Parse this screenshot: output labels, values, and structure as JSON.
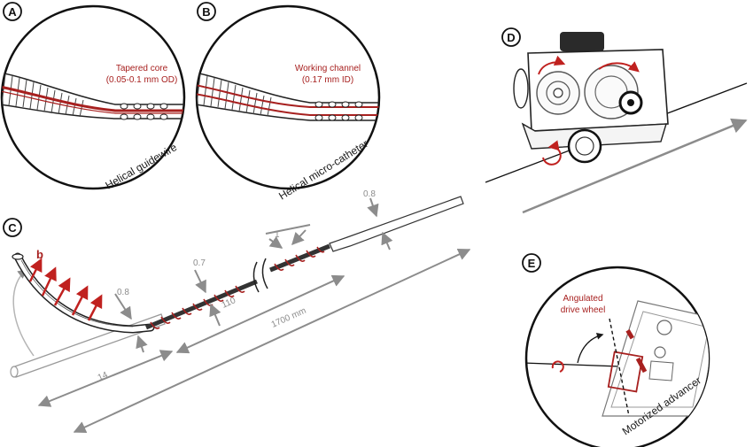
{
  "panels": {
    "a": {
      "letter": "A",
      "callout_line1": "Tapered core",
      "callout_line2": "(0.05-0.1 mm OD)",
      "caption": "Helical guidewire"
    },
    "b": {
      "letter": "B",
      "callout_line1": "Working channel",
      "callout_line2": "(0.17 mm ID)",
      "caption": "Helical micro-catheter"
    },
    "c": {
      "letter": "C",
      "bend_label": "b",
      "dims": {
        "shaft_od": "0.8",
        "pitch": "1",
        "coil_od": "0.7",
        "tip_od": "0.8",
        "coil_length": "110",
        "total_length": "1700 mm",
        "tip_length": "14"
      }
    },
    "d": {
      "letter": "D"
    },
    "e": {
      "letter": "E",
      "callout_line1": "Angulated",
      "callout_line2": "drive wheel",
      "caption": "Motorized advancer"
    }
  },
  "colors": {
    "accent_red": "#a7201f",
    "dimension_gray": "#8c8c8c",
    "outline": "#1a1a1a"
  }
}
